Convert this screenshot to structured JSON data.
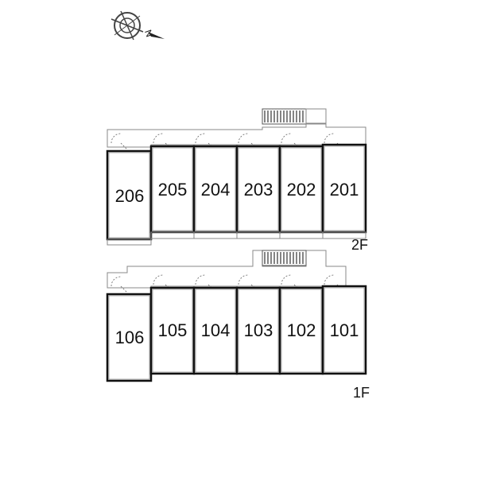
{
  "compass": {
    "label": "N",
    "icon": "compass-icon"
  },
  "floors": [
    {
      "label": "2F",
      "units": [
        "206",
        "205",
        "204",
        "203",
        "202",
        "201"
      ]
    },
    {
      "label": "1F",
      "units": [
        "106",
        "105",
        "104",
        "103",
        "102",
        "101"
      ]
    }
  ],
  "colors": {
    "line": "#222222",
    "wall": "#111111",
    "light": "#888888"
  }
}
